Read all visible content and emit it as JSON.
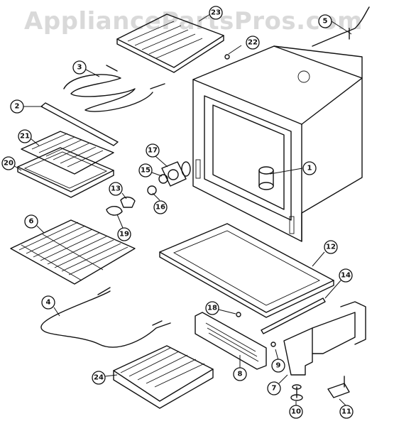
{
  "watermark": "AppliancePartsPros.com",
  "callouts": [
    {
      "id": "1",
      "label": "1"
    },
    {
      "id": "2",
      "label": "2"
    },
    {
      "id": "3",
      "label": "3"
    },
    {
      "id": "4",
      "label": "4"
    },
    {
      "id": "5",
      "label": "5"
    },
    {
      "id": "6",
      "label": "6"
    },
    {
      "id": "7",
      "label": "7"
    },
    {
      "id": "8",
      "label": "8"
    },
    {
      "id": "9",
      "label": "9"
    },
    {
      "id": "10",
      "label": "10"
    },
    {
      "id": "11",
      "label": "11"
    },
    {
      "id": "12",
      "label": "12"
    },
    {
      "id": "13",
      "label": "13"
    },
    {
      "id": "14",
      "label": "14"
    },
    {
      "id": "15",
      "label": "15"
    },
    {
      "id": "16",
      "label": "16"
    },
    {
      "id": "17",
      "label": "17"
    },
    {
      "id": "18",
      "label": "18"
    },
    {
      "id": "19",
      "label": "19"
    },
    {
      "id": "20",
      "label": "20"
    },
    {
      "id": "21",
      "label": "21"
    },
    {
      "id": "22",
      "label": "22"
    },
    {
      "id": "23",
      "label": "23"
    },
    {
      "id": "24",
      "label": "24"
    }
  ]
}
